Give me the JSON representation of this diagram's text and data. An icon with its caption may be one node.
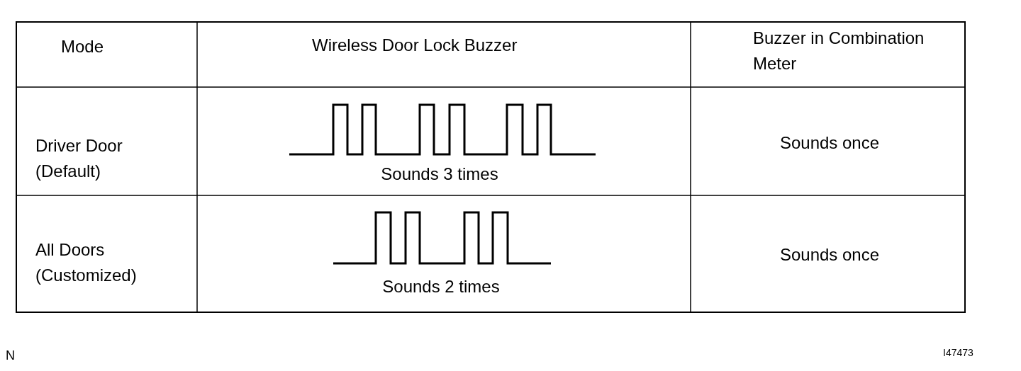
{
  "diagram": {
    "labels": [
      "Mode",
      "Wireless Door Lock Buzzer",
      "Buzzer in Combination Meter",
      "Driver Door (Default)",
      "Sounds 3 times",
      "Sounds once",
      "All Doors (Customized)",
      "Sounds 2 times",
      "Sounds once",
      "N",
      "I47473"
    ]
  }
}
